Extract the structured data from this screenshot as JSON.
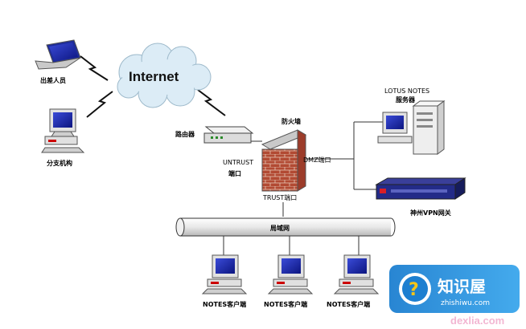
{
  "nodes": {
    "internet": "Internet",
    "mobile": "出差人员",
    "branch": "分支机构",
    "router": "路由器",
    "firewall": "防火墙",
    "untrust_top": "UNTRUST",
    "untrust_bottom": "端口",
    "dmz": "DMZ端口",
    "trust": "TRUST端口",
    "lotus_line1": "LOTUS NOTES",
    "lotus_line2": "服务器",
    "vpn": "神州VPN网关",
    "lan": "局域网",
    "client1": "NOTES客户端",
    "client2": "NOTES客户端",
    "client3": "NOTES客户端"
  },
  "watermark": {
    "title": "知识屋",
    "subtitle": "zhishiwu.com",
    "domain": "dexlia.com"
  }
}
